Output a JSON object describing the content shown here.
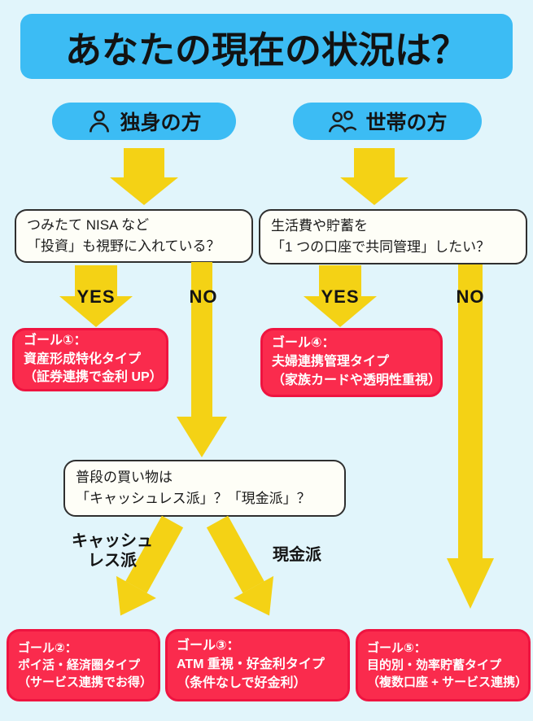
{
  "title": "あなたの現在の状況は？",
  "branches": {
    "single": {
      "label": "独身の方"
    },
    "household": {
      "label": "世帯の方"
    }
  },
  "questions": {
    "q1": {
      "line1": "つみたて NISA など",
      "line2": "「投資」も視野に入れている？"
    },
    "q2": {
      "line1": "生活費や貯蓄を",
      "line2": "「1 つの口座で共同管理」したい？"
    },
    "q3": {
      "line1": "普段の買い物は",
      "line2": "「キャッシュレス派」？「現金派」？"
    }
  },
  "decision_labels": {
    "yes": "YES",
    "no": "NO",
    "cashless_line1": "キャッシュ",
    "cashless_line2": "レス派",
    "cash": "現金派"
  },
  "goals": {
    "goal1": {
      "title": "ゴール①：",
      "line1": "資産形成特化タイプ",
      "line2": "（証券連携で金利 UP）"
    },
    "goal2": {
      "title": "ゴール②：",
      "line1": "ポイ活・経済圏タイプ",
      "line2": "（サービス連携でお得）"
    },
    "goal3": {
      "title": "ゴール③：",
      "line1": "ATM 重視・好金利タイプ",
      "line2": "（条件なしで好金利）"
    },
    "goal4": {
      "title": "ゴール④：",
      "line1": "夫婦連携管理タイプ",
      "line2": "（家族カードや透明性重視）"
    },
    "goal5": {
      "title": "ゴール⑤：",
      "line1": "目的別・効率貯蓄タイプ",
      "line2": "（複数口座 + サービス連携）"
    }
  },
  "colors": {
    "background": "#E1F5FB",
    "accent_blue": "#3CBCF4",
    "arrow_yellow": "#F4D215",
    "goal_red": "#FA2B4D",
    "text_dark": "#141414",
    "text_white": "#FFFFFF"
  }
}
